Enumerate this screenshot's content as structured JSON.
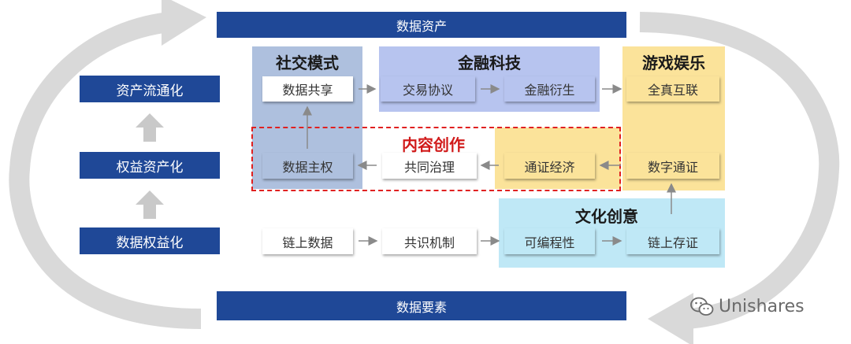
{
  "top_bar": "数据资产",
  "bottom_bar": "数据要素",
  "left_stack": [
    "资产流通化",
    "权益资产化",
    "数据权益化"
  ],
  "zones": {
    "social": "社交模式",
    "fintech": "金融科技",
    "gaming": "游戏娱乐",
    "content": "内容创作",
    "culture": "文化创意"
  },
  "nodes": {
    "data_sharing": "数据共享",
    "trade_protocol": "交易协议",
    "financial_derivative": "金融衍生",
    "full_interconnect": "全真互联",
    "data_sovereignty": "数据主权",
    "co_governance": "共同治理",
    "token_economy": "通证经济",
    "digital_token": "数字通证",
    "onchain_data": "链上数据",
    "consensus": "共识机制",
    "programmable": "可编程性",
    "onchain_evidence": "链上存证"
  },
  "watermark": "Unishares",
  "colors": {
    "navy": "#1f4897",
    "social_zone": "#aec0de",
    "fintech_zone": "#b7c4ef",
    "gaming_zone": "#fbe39a",
    "culture_zone": "#bfe8f6",
    "content_border": "#e02020",
    "content_title": "#d11a1a",
    "loop_arrow": "#d9d9d9"
  },
  "icons": [
    "wechat-icon",
    "up-arrow-icon",
    "right-arrow-icon",
    "left-arrow-icon"
  ]
}
